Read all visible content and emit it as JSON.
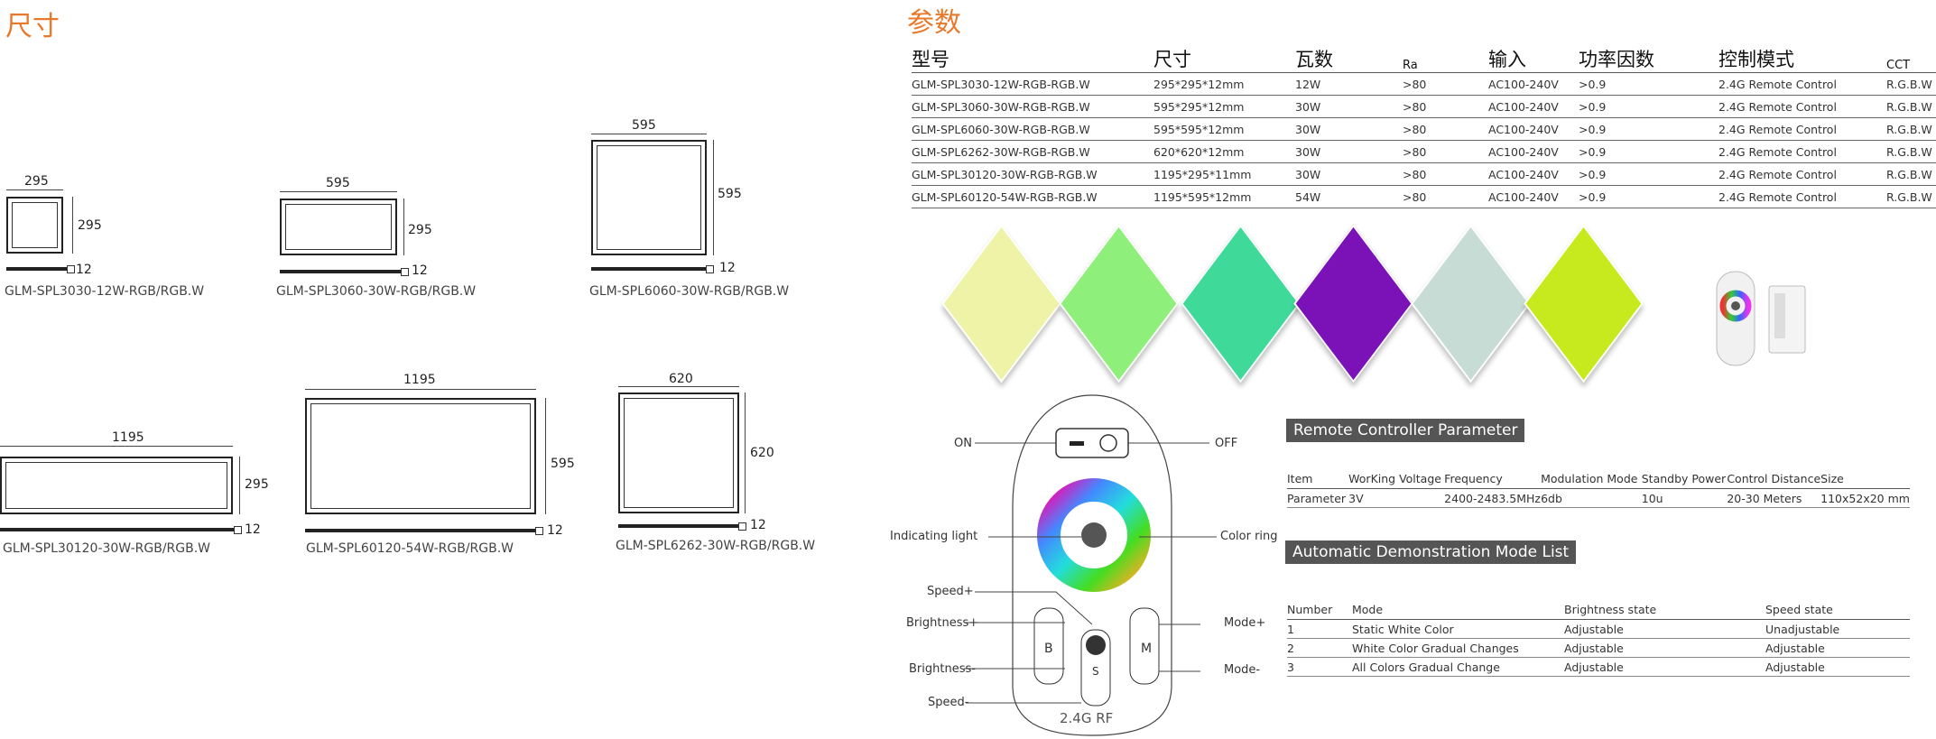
{
  "sections": {
    "size_title": "尺寸",
    "params_title": "参数"
  },
  "drawings": [
    {
      "model": "GLM-SPL3030-12W-RGB/RGB.W",
      "width": "295",
      "height": "295",
      "thickness": "12"
    },
    {
      "model": "GLM-SPL3060-30W-RGB/RGB.W",
      "width": "595",
      "height": "295",
      "thickness": "12"
    },
    {
      "model": "GLM-SPL6060-30W-RGB/RGB.W",
      "width": "595",
      "height": "595",
      "thickness": "12"
    },
    {
      "model": "GLM-SPL30120-30W-RGB/RGB.W",
      "width": "1195",
      "height": "295",
      "thickness": "12"
    },
    {
      "model": "GLM-SPL60120-54W-RGB/RGB.W",
      "width": "1195",
      "height": "595",
      "thickness": "12"
    },
    {
      "model": "GLM-SPL6262-30W-RGB/RGB.W",
      "width": "620",
      "height": "620",
      "thickness": "12"
    }
  ],
  "spec_table": {
    "headers": [
      "型号",
      "尺寸",
      "瓦数",
      "Ra",
      "输入",
      "功率因数",
      "控制模式",
      "CCT"
    ],
    "rows": [
      [
        "GLM-SPL3030-12W-RGB-RGB.W",
        "295*295*12mm",
        "12W",
        ">80",
        "AC100-240V",
        ">0.9",
        "2.4G Remote Control",
        "R.G.B.W"
      ],
      [
        "GLM-SPL3060-30W-RGB-RGB.W",
        "595*295*12mm",
        "30W",
        ">80",
        "AC100-240V",
        ">0.9",
        "2.4G Remote Control",
        "R.G.B.W"
      ],
      [
        "GLM-SPL6060-30W-RGB-RGB.W",
        "595*595*12mm",
        "30W",
        ">80",
        "AC100-240V",
        ">0.9",
        "2.4G Remote Control",
        "R.G.B.W"
      ],
      [
        "GLM-SPL6262-30W-RGB-RGB.W",
        "620*620*12mm",
        "30W",
        ">80",
        "AC100-240V",
        ">0.9",
        "2.4G Remote Control",
        "R.G.B.W"
      ],
      [
        "GLM-SPL30120-30W-RGB-RGB.W",
        "1195*295*11mm",
        "30W",
        ">80",
        "AC100-240V",
        ">0.9",
        "2.4G Remote Control",
        "R.G.B.W"
      ],
      [
        "GLM-SPL60120-54W-RGB-RGB.W",
        "1195*595*12mm",
        "54W",
        ">80",
        "AC100-240V",
        ">0.9",
        "2.4G Remote Control",
        "R.G.B.W"
      ]
    ]
  },
  "panel_colors": [
    "#eef3a8",
    "#8ef07a",
    "#3fd99a",
    "#7a12b8",
    "#c8dcd6",
    "#c6ea1e"
  ],
  "remote_diagram": {
    "labels": {
      "on": "ON",
      "off": "OFF",
      "indicating_light": "Indicating light",
      "color_ring": "Color ring",
      "speed_plus": "Speed+",
      "brightness_plus": "Brightness+",
      "brightness_minus": "Brightness-",
      "speed_minus": "Speed-",
      "mode_plus": "Mode+",
      "mode_minus": "Mode-",
      "rf": "2.4G RF"
    },
    "buttons": {
      "b": "B",
      "s": "S",
      "m": "M"
    }
  },
  "remote_params": {
    "title": "Remote Controller Parameter",
    "headers": [
      "Item",
      "WorKing Voltage",
      "Frequency",
      "Modulation Mode",
      "Standby Power",
      "Control Distance",
      "Size"
    ],
    "row": [
      "Parameter",
      "3V",
      "2400-2483.5MHz",
      "6db",
      "10u",
      "20-30 Meters",
      "110x52x20 mm"
    ]
  },
  "demo_modes": {
    "title": "Automatic Demonstration Mode List",
    "headers": [
      "Number",
      "Mode",
      "Brightness state",
      "Speed state"
    ],
    "rows": [
      [
        "1",
        "Static White Color",
        "Adjustable",
        "Unadjustable"
      ],
      [
        "2",
        "White Color Gradual Changes",
        "Adjustable",
        "Adjustable"
      ],
      [
        "3",
        "All Colors Gradual Change",
        "Adjustable",
        "Adjustable"
      ]
    ]
  }
}
